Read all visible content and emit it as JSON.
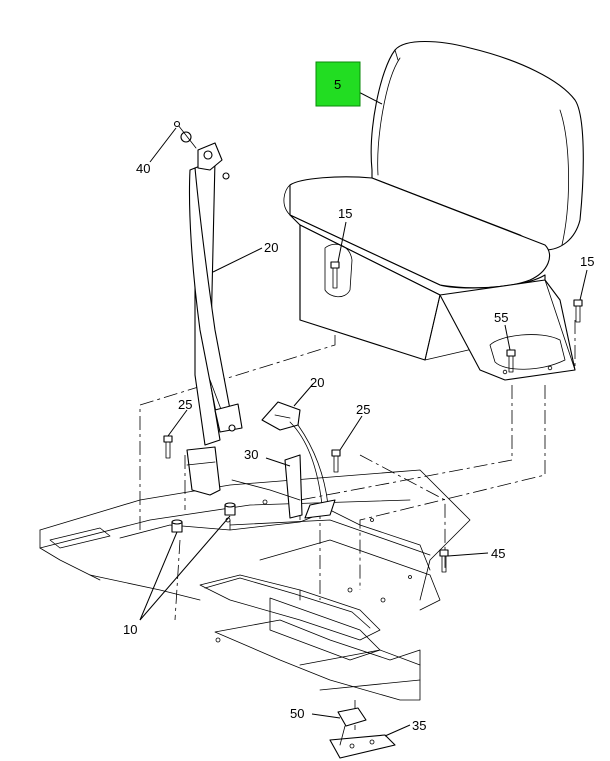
{
  "diagram": {
    "highlight_color": "#22dd22",
    "callouts": {
      "c5": "5",
      "c15a": "15",
      "c15b": "15",
      "c20a": "20",
      "c20b": "20",
      "c25a": "25",
      "c25b": "25",
      "c30": "30",
      "c35": "35",
      "c40": "40",
      "c45": "45",
      "c50": "50",
      "c55": "55",
      "c10": "10"
    }
  }
}
